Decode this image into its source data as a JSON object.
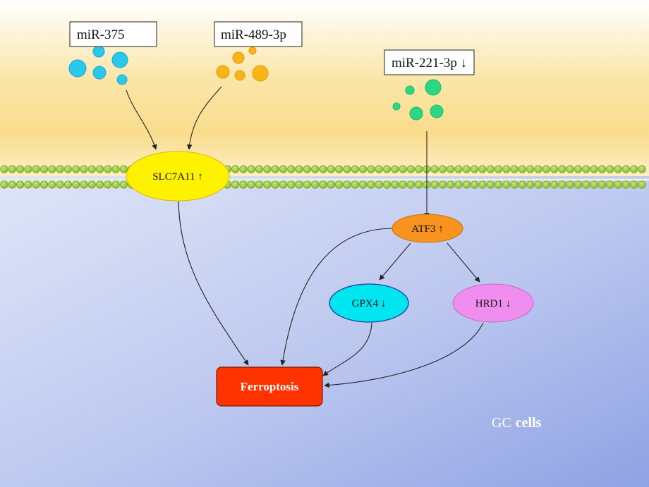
{
  "mirnas": {
    "mir375": {
      "label": "miR-375",
      "color": "#29c8ec"
    },
    "mir489": {
      "label": "miR-489-3p",
      "color": "#fbb416"
    },
    "mir221": {
      "label": "miR-221-3p ↓",
      "color": "#2bd783"
    }
  },
  "nodes": {
    "slc7a11": {
      "label": "SLC7A11 ↑",
      "color": "#fff200"
    },
    "atf3": {
      "label": "ATF3 ↑",
      "color": "#f7931e"
    },
    "gpx4": {
      "label": "GPX4 ↓",
      "color": "#00e5f0"
    },
    "hrd1": {
      "label": "HRD1 ↓",
      "color": "#f08ef0"
    },
    "ferroptosis": {
      "label": "Ferroptosis",
      "color": "#ff3300"
    }
  },
  "region": {
    "label_prefix": "GC",
    "label_bold": "cells"
  },
  "colors": {
    "extracellular_top": "#ffffff",
    "extracellular_band": "#f9dd8c",
    "membrane_bead": "#9ccc3c",
    "intracellular_light": "#dde4f6",
    "intracellular_dark": "#9aaae6"
  }
}
